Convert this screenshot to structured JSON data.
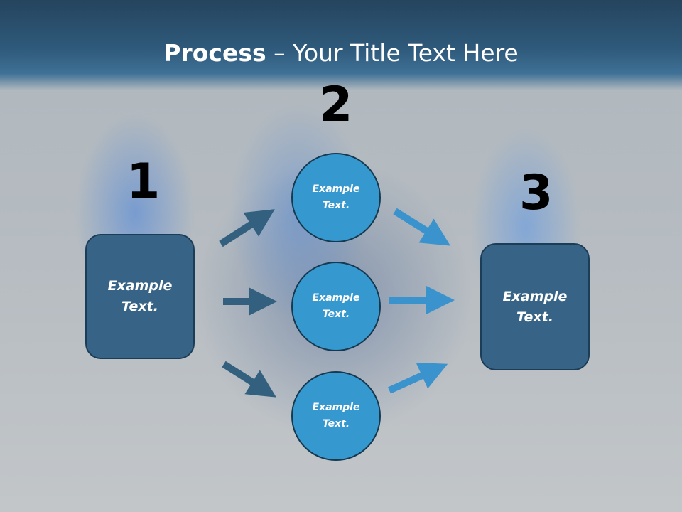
{
  "title": {
    "bold": "Process",
    "dash": " – ",
    "rest": "Your Title Text Here"
  },
  "numbers": [
    "1",
    "2",
    "3"
  ],
  "left_box": {
    "line1": "Example",
    "line2": "Text."
  },
  "right_box": {
    "line1": "Example",
    "line2": "Text."
  },
  "circles": [
    {
      "line1": "Example",
      "line2": "Text."
    },
    {
      "line1": "Example",
      "line2": "Text."
    },
    {
      "line1": "Example",
      "line2": "Text."
    }
  ],
  "colors": {
    "box_fill": "#376486",
    "circle_fill": "#3598cf",
    "arrow_dark": "#34607f",
    "arrow_light": "#3a93cd",
    "title_bar": "#2f5a7b"
  }
}
